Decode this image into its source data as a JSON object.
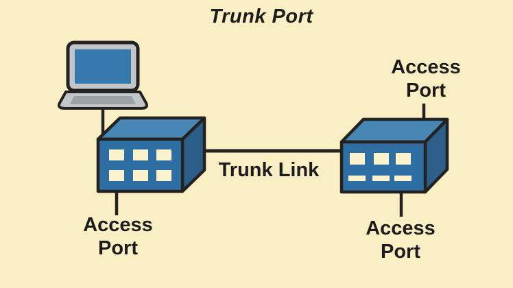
{
  "title": "Trunk Port",
  "labels": {
    "trunk_link": "Trunk Link",
    "access_top_right": {
      "line1": "Access",
      "line2": "Port"
    },
    "access_bottom_left": {
      "line1": "Access",
      "line2": "Port"
    },
    "access_bottom_right": {
      "line1": "Access",
      "line2": "Port"
    }
  },
  "diagram": {
    "type": "network-topology",
    "nodes": [
      "laptop",
      "switch-left",
      "switch-right"
    ],
    "links": [
      {
        "from": "laptop",
        "to": "switch-left"
      },
      {
        "from": "switch-left",
        "to": "switch-right",
        "label": "Trunk Link"
      },
      {
        "from": "switch-left",
        "label": "Access Port",
        "side": "bottom"
      },
      {
        "from": "switch-right",
        "label": "Access Port",
        "side": "top"
      },
      {
        "from": "switch-right",
        "label": "Access Port",
        "side": "bottom"
      }
    ]
  },
  "colors": {
    "background": "#FAEFC4",
    "outline": "#232220",
    "text": "#1C1C1C",
    "switch_front": "#2F6EA3",
    "switch_top": "#4886B6",
    "switch_side": "#2B5E89",
    "port_fill": "#FBF3CE",
    "laptop_body": "#C3C6C9",
    "laptop_pad": "#9DA2A7",
    "laptop_screen": "#3679AD"
  }
}
